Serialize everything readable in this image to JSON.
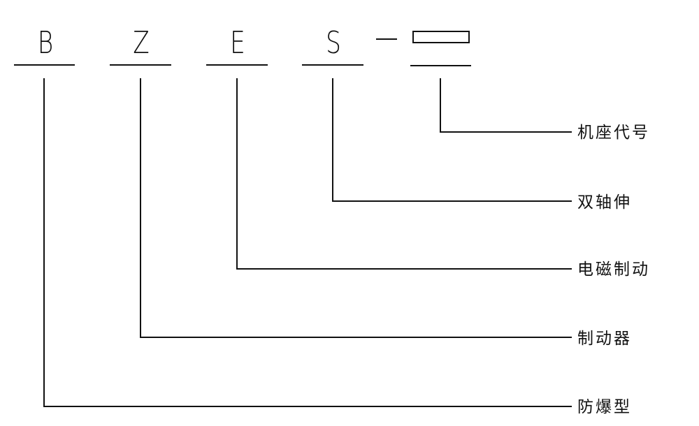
{
  "diagram": {
    "type": "model-code-designation",
    "code_letters": [
      {
        "letter": "B",
        "meaning": "防爆型"
      },
      {
        "letter": "Z",
        "meaning": "制动器"
      },
      {
        "letter": "E",
        "meaning": "电磁制动"
      },
      {
        "letter": "S",
        "meaning": "双轴伸"
      }
    ],
    "separator": "—",
    "placeholder_box": {
      "meaning": "机座代号"
    },
    "labels": {
      "frame_code": "机座代号",
      "double_shaft": "双轴伸",
      "electromagnetic_brake": "电磁制动",
      "brake": "制动器",
      "explosion_proof": "防爆型"
    },
    "line_color": "#111111"
  }
}
